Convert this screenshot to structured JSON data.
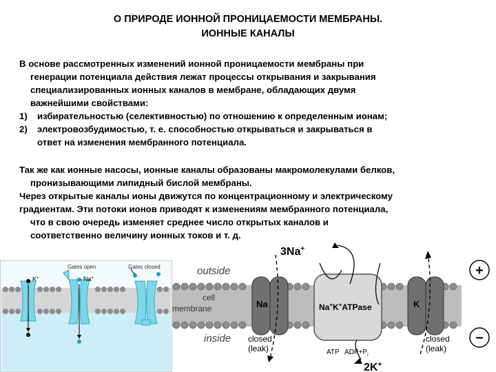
{
  "title": {
    "line1": "О ПРИРОДЕ ИОННОЙ ПРОНИЦАЕМОСТИ МЕМБРАНЫ.",
    "line2": "ИОННЫЕ КАНАЛЫ"
  },
  "block1": {
    "l1": "В основе рассмотренных изменений ионной проницаемости мембраны при",
    "l2": "генерации потенциала действия лежат процессы открывания и закрывания",
    "l3": "специализированных ионных каналов в мембране, обладающих двумя",
    "l4": "важнейшими свойствами:",
    "item1_num": "1)",
    "item1_l1": "избирательностью (селективностью) по отношению к определенным ионам;",
    "item2_num": "2)",
    "item2_l1": "электровозбудимостью, т. е. способностью открываться и закрываться в",
    "item2_l2": "ответ на изменения мембранного потенциала."
  },
  "block2": {
    "l1": "Так же как ионные насосы, ионные каналы образованы макромолекулами белков,",
    "l2": "пронизывающими липидный бислой мембраны.",
    "l3": "Через открытые каналы ионы движутся по концентрационному и электрическому",
    "l4": "градиентам. Эти потоки ионов приводят к изменениям мембранного потенциала,",
    "l5": "что в свою очередь изменяет среднее число открытых каналов и",
    "l6": "соответственно величину ионных токов и т. д."
  },
  "figure_left": {
    "label_k": "K",
    "label_k_sup": "+",
    "label_na": "Na",
    "label_na_sup": "+",
    "gates_open": "Gates open",
    "gates_closed": "Gates closed"
  },
  "figure_right": {
    "top_ion": "3Na",
    "top_ion_sup": "+",
    "outside": "outside",
    "cell": "cell",
    "membrane": "membrane",
    "inside": "inside",
    "na_channel": "Na",
    "pump": "Na",
    "pump_sup1": "+",
    "pump_k": "K",
    "pump_sup2": "+",
    "pump_rest": "ATPase",
    "k_channel": "K",
    "closed_left_1": "closed",
    "closed_left_2": "(leak)",
    "closed_right_1": "closed",
    "closed_right_2": "(leak)",
    "atp": "ATP",
    "adp": "ADP+P",
    "adp_sub": "i",
    "bottom_ion": "2K",
    "bottom_ion_sup": "+",
    "plus": "+",
    "minus": "−"
  },
  "colors": {
    "membrane_gray": "#8c8c8c",
    "channel_blue": "#7fd6e8",
    "fluid_blue": "#cdeef6",
    "protein_dark": "#707070",
    "pump_light": "#d9d9d9"
  }
}
